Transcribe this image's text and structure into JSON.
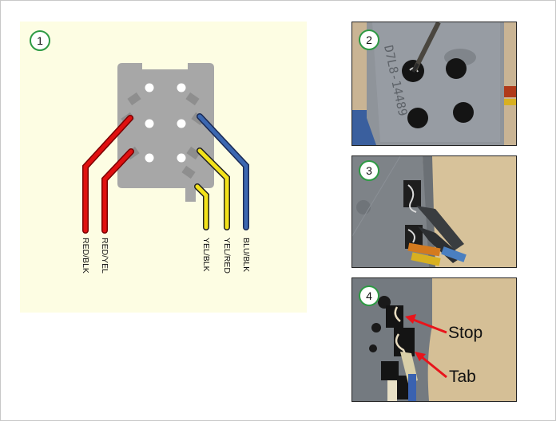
{
  "steps": [
    "1",
    "2",
    "3",
    "4"
  ],
  "connector": {
    "wires": [
      {
        "label": "RED/BLK",
        "color": "#e01010"
      },
      {
        "label": "RED/YEL",
        "color": "#e01010"
      },
      {
        "label": "YEL/BLK",
        "color": "#f3e21a"
      },
      {
        "label": "YEL/RED",
        "color": "#f3e21a"
      },
      {
        "label": "BLU/BLK",
        "color": "#3c67b0"
      }
    ],
    "housing_color": "#a7a7a7"
  },
  "photo2": {
    "stamped_text": "D7L8-14489"
  },
  "photo4": {
    "callouts": [
      "Stop",
      "Tab"
    ],
    "arrow_color": "#e8141b"
  }
}
